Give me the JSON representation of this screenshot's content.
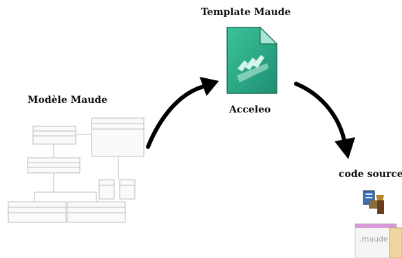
{
  "diagram": {
    "template_title": "Template Maude",
    "model_title": "Modèle Maude",
    "engine_label": "Acceleo",
    "output_title": "code source",
    "file_ext_label": ".maude",
    "colors": {
      "arrow": "#000000",
      "doc_teal": "#2fa886",
      "uml_line": "#bdbdbd"
    }
  }
}
